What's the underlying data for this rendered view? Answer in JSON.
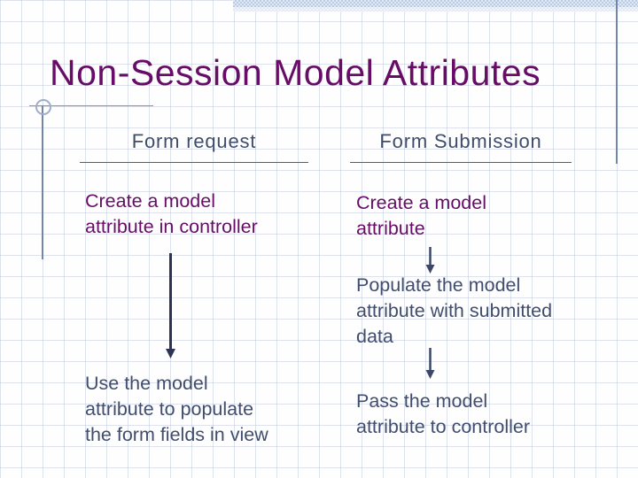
{
  "slide": {
    "title": "Non-Session Model Attributes"
  },
  "columns": {
    "left": {
      "heading": "Form request",
      "step1": {
        "line1": "Create a model",
        "line2": "attribute in controller"
      },
      "step2": {
        "line1": "Use the model",
        "line2": "attribute to populate",
        "line3": "the form fields in view"
      }
    },
    "right": {
      "heading": "Form Submission",
      "step1": {
        "line1": "Create a model",
        "line2": "attribute"
      },
      "step2": {
        "line1": "Populate the model",
        "line2": "attribute with submitted",
        "line3": "data"
      },
      "step3": {
        "line1": "Pass the model",
        "line2": "attribute to controller"
      }
    }
  },
  "icons": {
    "down_arrow_left": "down-arrow",
    "down_arrow_right_1": "down-arrow",
    "down_arrow_right_2": "down-arrow"
  },
  "colors": {
    "title-purple": "#670d67",
    "body-purple": "#670d67",
    "heading-slate": "#3f4c6b",
    "slate-text": "#404d6d",
    "underline": "#4e5d86",
    "steel-line": "#7285ac",
    "deco-line": "#8395ba",
    "circle-stroke": "#9fadc9",
    "arrow-dark": "#2f3257",
    "arrow-slate": "#3d4668",
    "band-check": "#b9cce6",
    "band-bg": "#e2eaf4"
  }
}
